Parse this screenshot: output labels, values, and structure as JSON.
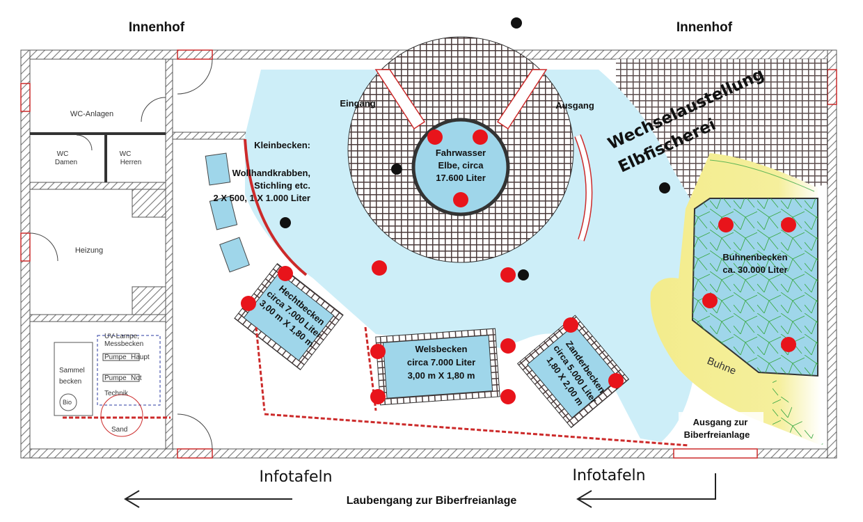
{
  "courtyard_left": "Innenhof",
  "courtyard_right": "Innenhof",
  "rooms": {
    "wc": "WC-Anlagen",
    "wc_damen_1": "WC",
    "wc_damen_2": "Damen",
    "wc_herren_1": "WC",
    "wc_herren_2": "Herren",
    "heizung": "Heizung",
    "uv_1": "UV-Lampe,",
    "uv_2": "Messbecken",
    "sammel_1": "Sammel",
    "sammel_2": "becken",
    "pumpe_haupt_1": "Pumpe",
    "pumpe_haupt_2": "Haupt",
    "pumpe_not_1": "Pumpe",
    "pumpe_not_2": "Not",
    "technik": "Technik",
    "bio": "Bio",
    "sand": "Sand"
  },
  "entrance": "Eingang",
  "exit": "Ausgang",
  "exhibition_1": "Wechselaustellung",
  "exhibition_2": "Elbfischerei",
  "tanks": {
    "fahrwasser": [
      "Fahrwasser",
      "Elbe, circa",
      "17.600 Liter"
    ],
    "kleinbecken": [
      "Kleinbecken:",
      "Wollhandkrabben,",
      "Stichling etc.",
      "2 X 500, 1 X 1.000 Liter"
    ],
    "hecht": [
      "Hechtbecken",
      "circa 7.000 Liter",
      "3,00 m X 1,80 m"
    ],
    "wels": [
      "Welsbecken",
      "circa 7.000 Liter",
      "3,00 m X 1,80 m"
    ],
    "zander": [
      "Zanderbecken",
      "circa 5.000 Liter",
      "1,80 X 2,00 m"
    ],
    "buhnen": [
      "Buhnenbecken",
      "ca. 30.000 Liter"
    ]
  },
  "buhne": "Buhne",
  "exit_beaver_1": "Ausgang zur",
  "exit_beaver_2": "Biberfreianlage",
  "info_left": "Infotafeln",
  "info_right": "Infotafeln",
  "walkway": "Laubengang zur Biberfreianlage",
  "colors": {
    "water": "#cdeef8",
    "marker": "#e8141b",
    "sand": "#f3ec8c",
    "wall": "#8f8f8f",
    "door": "#cc2a2a",
    "plant": "#3aa845",
    "floor": "#ffffff"
  }
}
